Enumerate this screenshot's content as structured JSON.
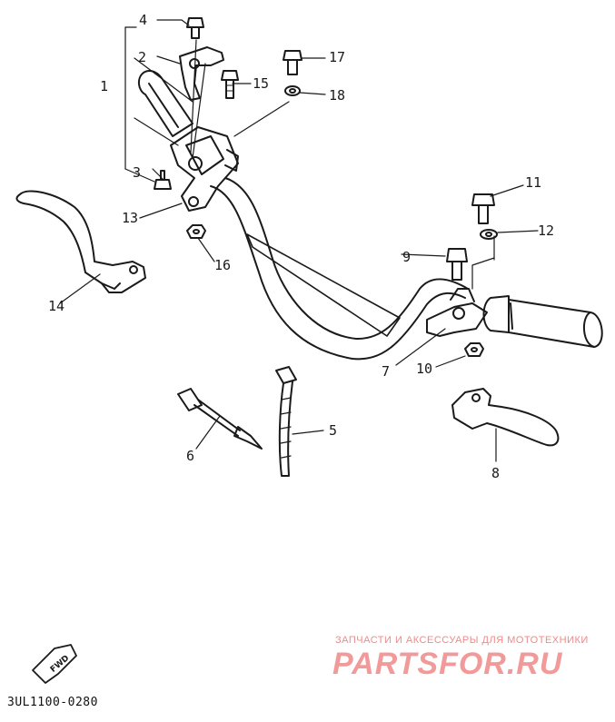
{
  "callouts": [
    {
      "id": "1",
      "text": "1"
    },
    {
      "id": "2",
      "text": "2"
    },
    {
      "id": "3",
      "text": "3"
    },
    {
      "id": "4",
      "text": "4"
    },
    {
      "id": "5",
      "text": "5"
    },
    {
      "id": "6",
      "text": "6"
    },
    {
      "id": "7",
      "text": "7"
    },
    {
      "id": "8",
      "text": "8"
    },
    {
      "id": "9",
      "text": "9"
    },
    {
      "id": "10",
      "text": "10"
    },
    {
      "id": "11",
      "text": "11"
    },
    {
      "id": "12",
      "text": "12"
    },
    {
      "id": "13",
      "text": "13"
    },
    {
      "id": "14",
      "text": "14"
    },
    {
      "id": "15",
      "text": "15"
    },
    {
      "id": "16",
      "text": "16"
    },
    {
      "id": "17",
      "text": "17"
    },
    {
      "id": "18",
      "text": "18"
    }
  ],
  "fwd_label": "FWD",
  "diagram_code": "3UL1100-0280",
  "watermark": {
    "subtitle": "ЗАПЧАСТИ И АКСЕССУАРЫ ДЛЯ МОТОТЕХНИКИ",
    "brand": "PARTSFOR.RU",
    "color": "#f29a9a"
  }
}
